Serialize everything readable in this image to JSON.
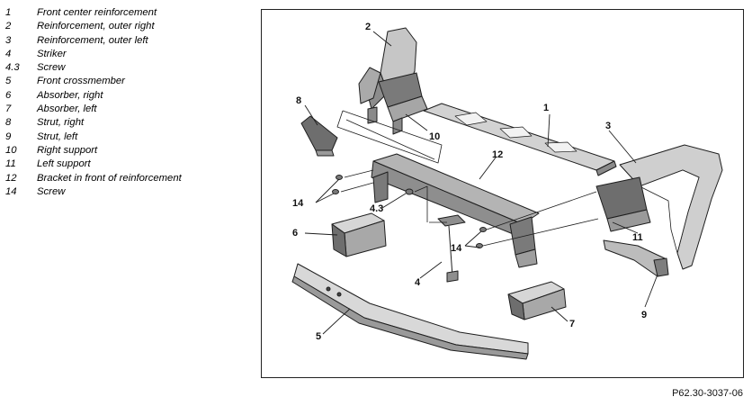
{
  "legend": [
    {
      "num": "1",
      "text": "Front center reinforcement"
    },
    {
      "num": "2",
      "text": "Reinforcement, outer right"
    },
    {
      "num": "3",
      "text": "Reinforcement, outer left"
    },
    {
      "num": "4",
      "text": "Striker"
    },
    {
      "num": "4.3",
      "text": "Screw"
    },
    {
      "num": "5",
      "text": "Front crossmember"
    },
    {
      "num": "6",
      "text": "Absorber, right"
    },
    {
      "num": "7",
      "text": "Absorber, left"
    },
    {
      "num": "8",
      "text": "Strut, right"
    },
    {
      "num": "9",
      "text": "Strut, left"
    },
    {
      "num": "10",
      "text": "Right support"
    },
    {
      "num": "11",
      "text": "Left support"
    },
    {
      "num": "12",
      "text": "Bracket in front of reinforcement"
    },
    {
      "num": "14",
      "text": "Screw"
    }
  ],
  "callouts": {
    "c1": "1",
    "c2": "2",
    "c3": "3",
    "c4": "4",
    "c43": "4.3",
    "c5": "5",
    "c6": "6",
    "c7": "7",
    "c8": "8",
    "c9": "9",
    "c10": "10",
    "c11": "11",
    "c12": "12",
    "c14a": "14",
    "c14b": "14"
  },
  "figure_code": "P62.30-3037-06",
  "colors": {
    "part_fill": "#bdbdbd",
    "part_dark": "#6e6e6e",
    "part_light": "#e4e4e4",
    "outline": "#1e1e1e"
  }
}
